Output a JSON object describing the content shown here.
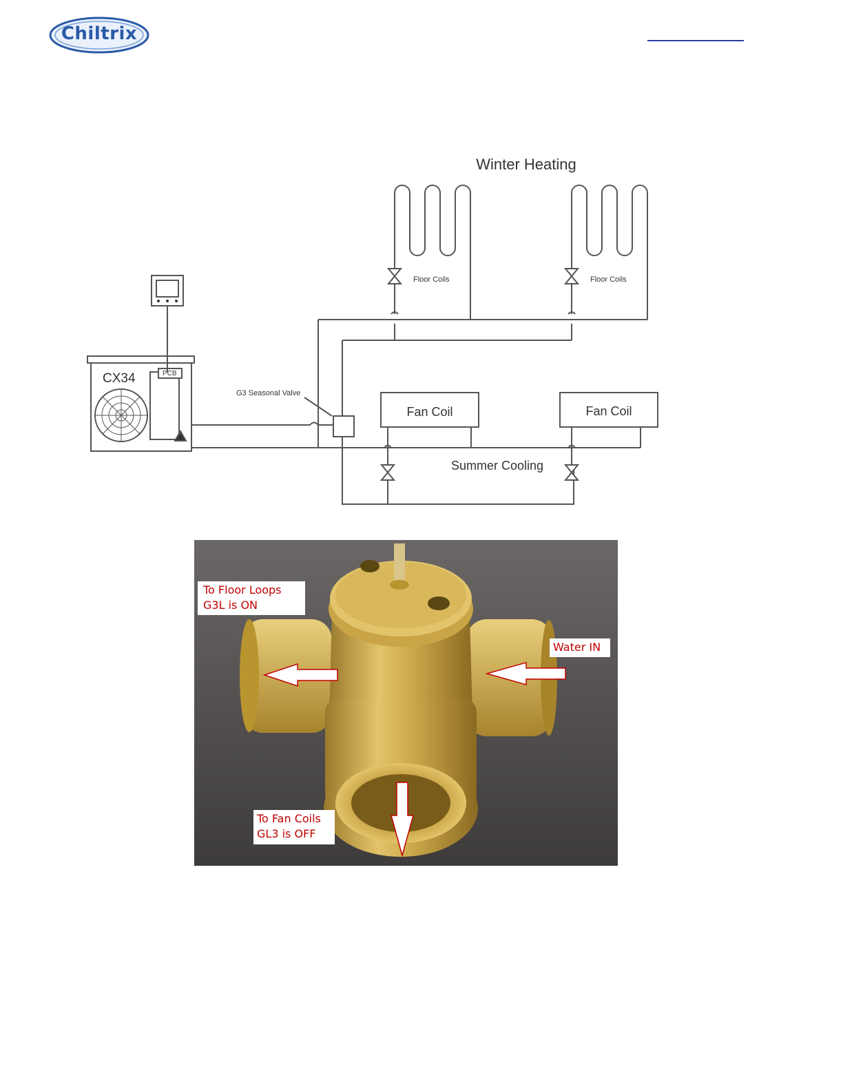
{
  "header": {
    "logo_text": "Chiltrix"
  },
  "diagram": {
    "title": "Winter Heating",
    "unit_label": "CX34",
    "pcb_label": "PCB",
    "valve_label": "G3 Seasonal Valve",
    "floor_coils_left": "Floor Coils",
    "floor_coils_right": "Floor Coils",
    "fan_coil_left": "Fan Coil",
    "fan_coil_right": "Fan Coil",
    "summer_label": "Summer Cooling"
  },
  "photo": {
    "floor_loops_line1": "To Floor Loops",
    "floor_loops_line2": "G3L is ON",
    "water_in": "Water IN",
    "fan_coils_line1": "To Fan Coils",
    "fan_coils_line2": "GL3 is OFF",
    "colors": {
      "label_text": "#c00000",
      "arrow": "#ffffff",
      "arrow_outline": "#c00000"
    }
  }
}
